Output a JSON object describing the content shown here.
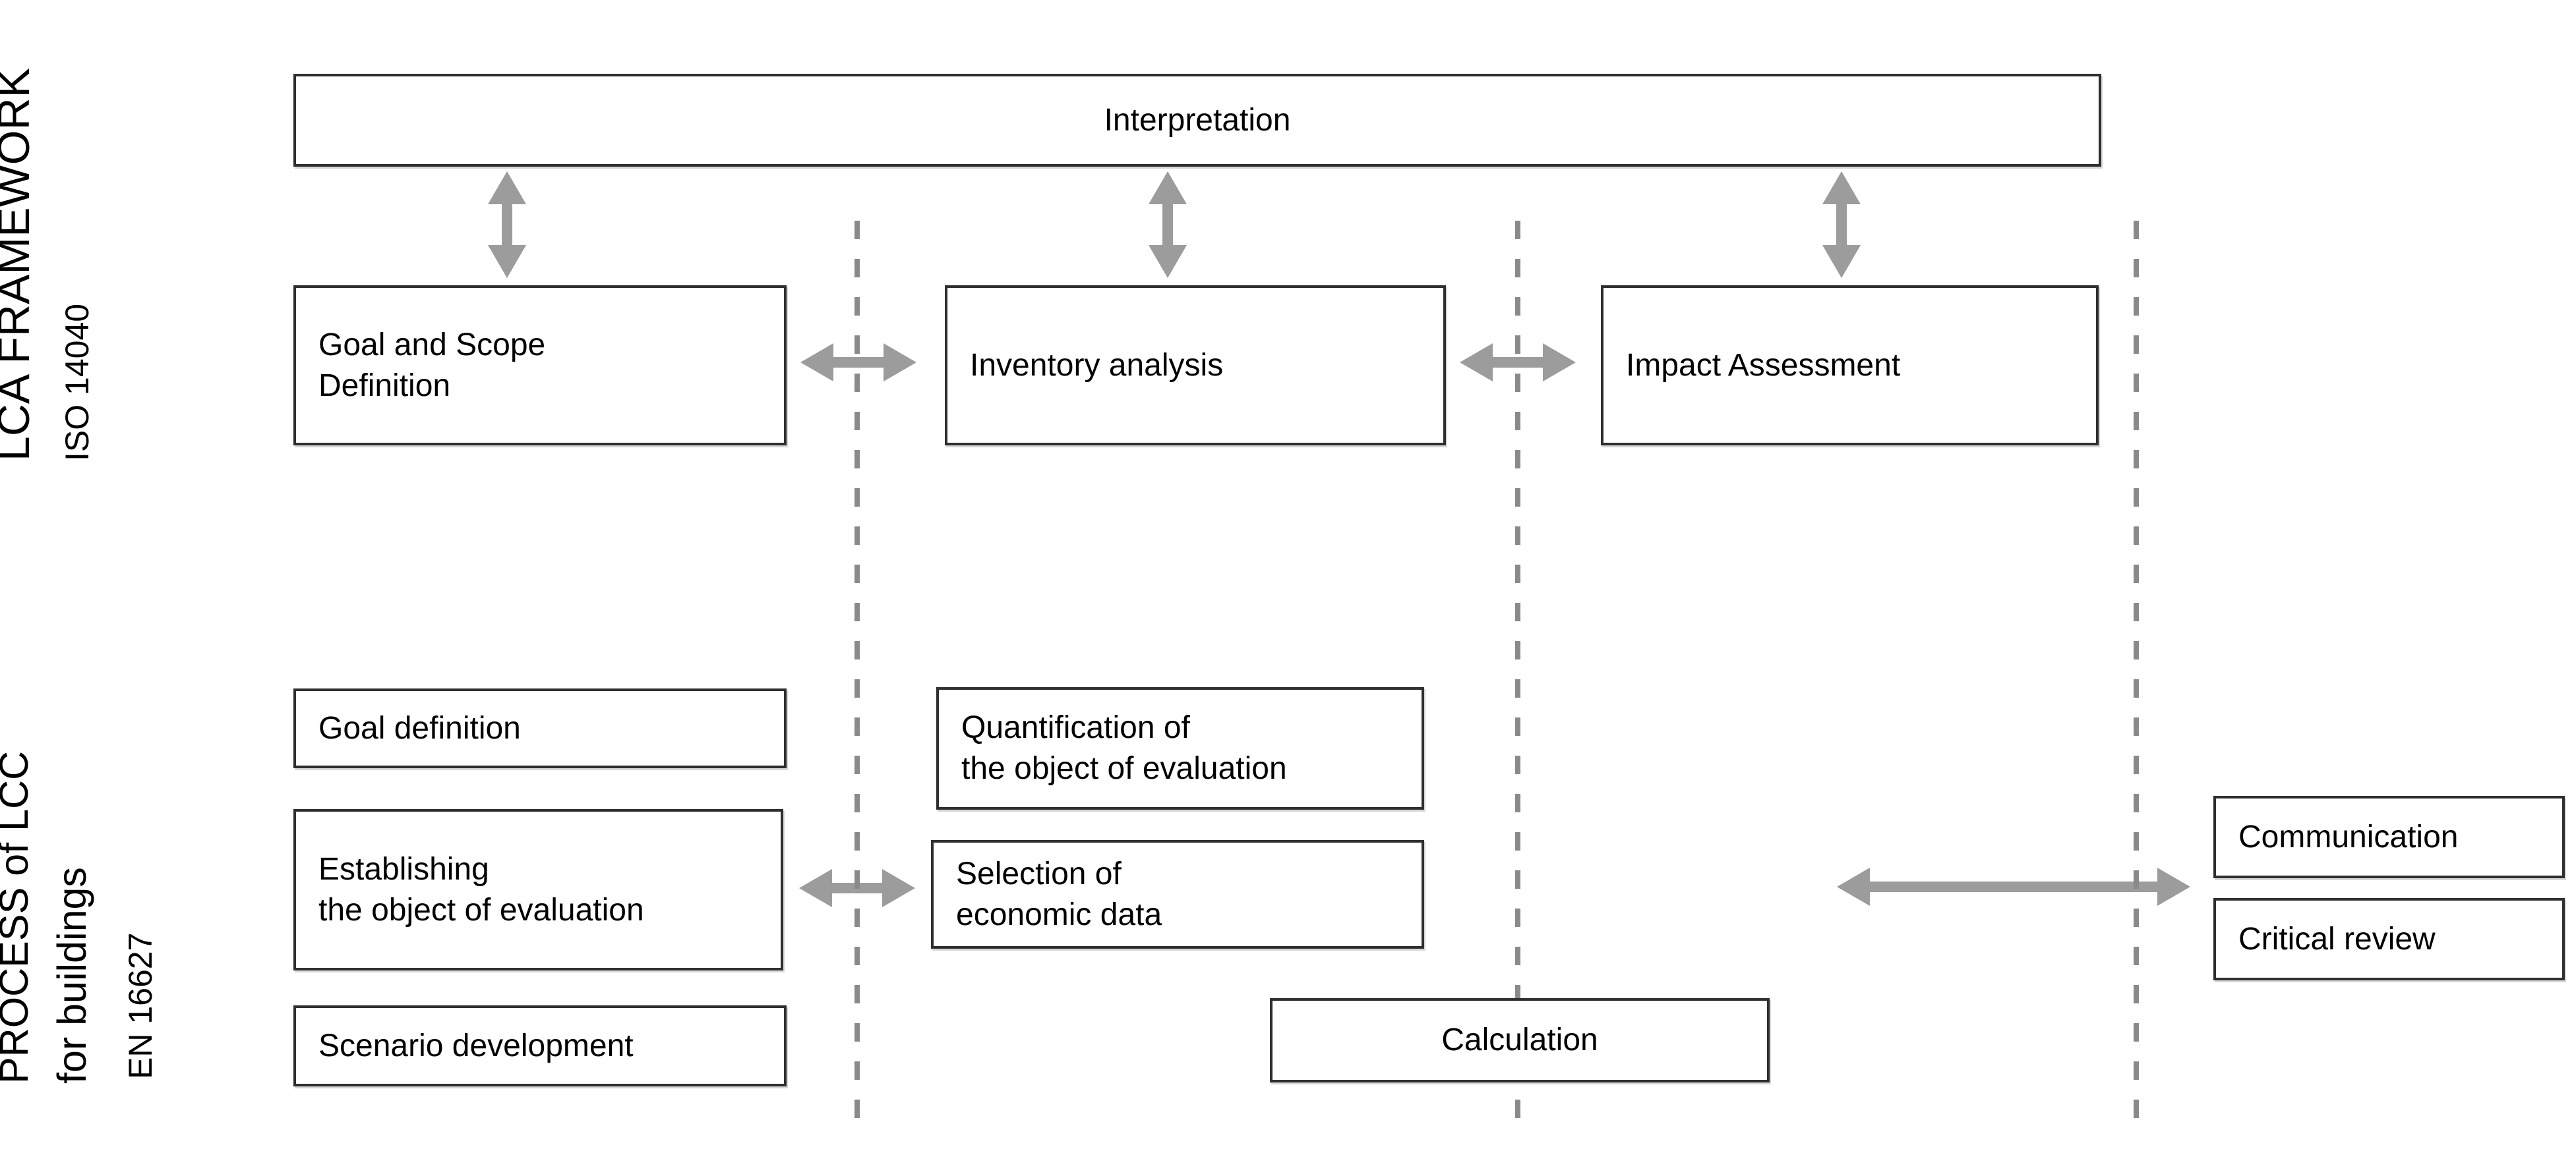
{
  "colors": {
    "border": "#2f2f2f",
    "arrow": "#9c9c9c",
    "dash": "#8a8a8a",
    "text": "#000000",
    "bg": "#ffffff"
  },
  "left_labels": {
    "lca_title": "LCA FRAMEWORK",
    "lca_standard": "ISO 14040",
    "lcc_title": "PROCESS of LCC",
    "lcc_subtitle": "for buildings",
    "lcc_standard": "EN 16627"
  },
  "lca_framework": {
    "interpretation": "Interpretation",
    "goal_scope_line1": "Goal and Scope",
    "goal_scope_line2": "Definition",
    "inventory": "Inventory analysis",
    "impact": "Impact Assessment"
  },
  "lcc_process": {
    "goal_definition": "Goal definition",
    "establishing_line1": "Establishing",
    "establishing_line2": "the object of evaluation",
    "scenario": "Scenario development",
    "quantification_line1": "Quantification of",
    "quantification_line2": "the object of evaluation",
    "selection_line1": "Selection of",
    "selection_line2": "economic data",
    "calculation": "Calculation",
    "communication": "Communication",
    "critical_review": "Critical review"
  }
}
